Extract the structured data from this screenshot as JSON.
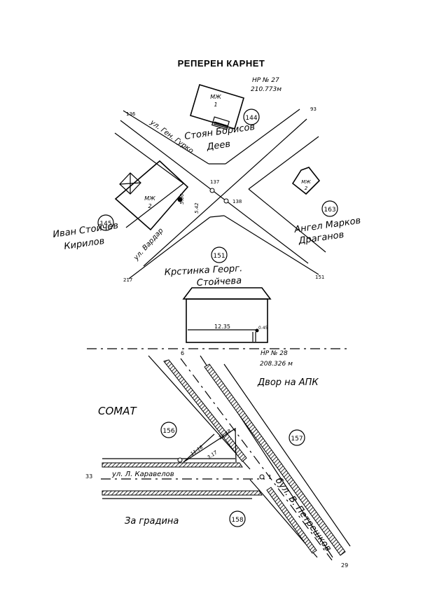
{
  "title": "РЕПЕРЕН КАРНЕТ",
  "upper": {
    "benchmark": {
      "label": "НР № 27",
      "elevation": "210.773м"
    },
    "buildings": [
      {
        "label": "МЖ",
        "number": "1"
      },
      {
        "label": "МЖ",
        "number": "2"
      },
      {
        "label": "МЖ",
        "number": "2"
      }
    ],
    "lot_numbers": [
      "144",
      "145",
      "163",
      "151"
    ],
    "owners": {
      "top": [
        "Стоян Борисов",
        "Деев"
      ],
      "left": [
        "Иван Стойчев",
        "Кирилов"
      ],
      "right": [
        "Ангел Марков",
        "Драганов"
      ],
      "bottom": [
        "Крстинка Георг.",
        "Стойчева"
      ]
    },
    "streets": [
      "ул. Ген. Гурко",
      "ул. Вардар"
    ],
    "points": [
      "136",
      "93",
      "137",
      "138",
      "217",
      "151"
    ],
    "measures": [
      "5.00",
      "5.42"
    ]
  },
  "middle": {
    "building_measure": "12.35",
    "offset": "0.45"
  },
  "lower": {
    "benchmark": {
      "label": "НР № 28",
      "elevation": "208.326 м"
    },
    "point_top": "6",
    "point_left": "33",
    "point_junction": "1",
    "point_bottom": "29",
    "areas": [
      "Двор на АПК",
      "СОМАТ",
      "За градина"
    ],
    "lot_numbers": [
      "156",
      "157",
      "158"
    ],
    "streets": [
      "ул. Л. Каравелов",
      "бул. В. Петрешков"
    ],
    "measures": [
      "12.48",
      "11.18",
      "3.17"
    ]
  }
}
